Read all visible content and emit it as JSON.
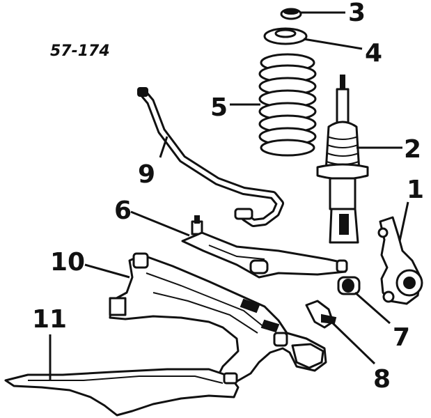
{
  "diagram": {
    "code": "57-174",
    "callouts": [
      "1",
      "2",
      "3",
      "4",
      "5",
      "6",
      "7",
      "8",
      "9",
      "10",
      "11"
    ]
  },
  "colors": {
    "ink": "#111111",
    "paper": "#ffffff"
  }
}
